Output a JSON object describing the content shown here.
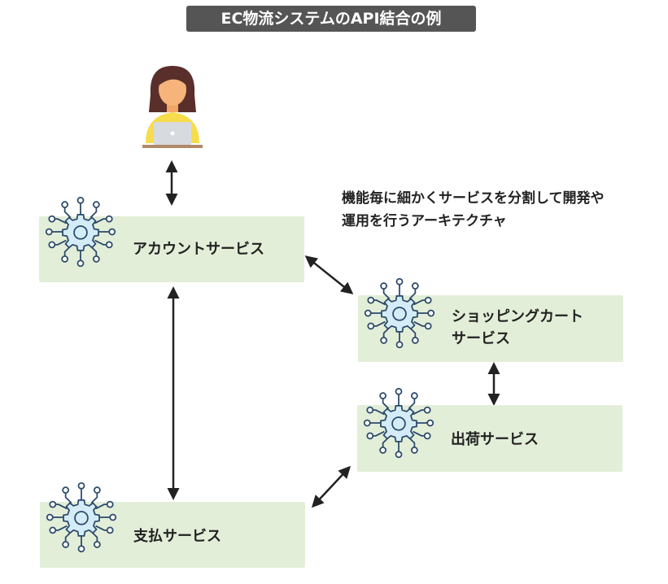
{
  "title": "EC物流システムのAPI結合の例",
  "note": {
    "line1": "機能毎に細かくサービスを分割して開発や",
    "line2": "運用を行うアーキテクチャ"
  },
  "services": {
    "account": {
      "label": "アカウントサービス",
      "icon": "gear-network-icon"
    },
    "cart": {
      "label_line1": "ショッピングカート",
      "label_line2": "サービス",
      "icon": "gear-network-icon"
    },
    "shipping": {
      "label": "出荷サービス",
      "icon": "gear-network-icon"
    },
    "payment": {
      "label": "支払サービス",
      "icon": "gear-network-icon"
    }
  },
  "user": {
    "icon": "user-with-laptop-icon"
  },
  "colors": {
    "box_fill": "#e3eed8",
    "title_bg": "#555555",
    "gear_fill": "#d4ecf7",
    "gear_stroke": "#2b4a6b",
    "arrow": "#222222"
  }
}
